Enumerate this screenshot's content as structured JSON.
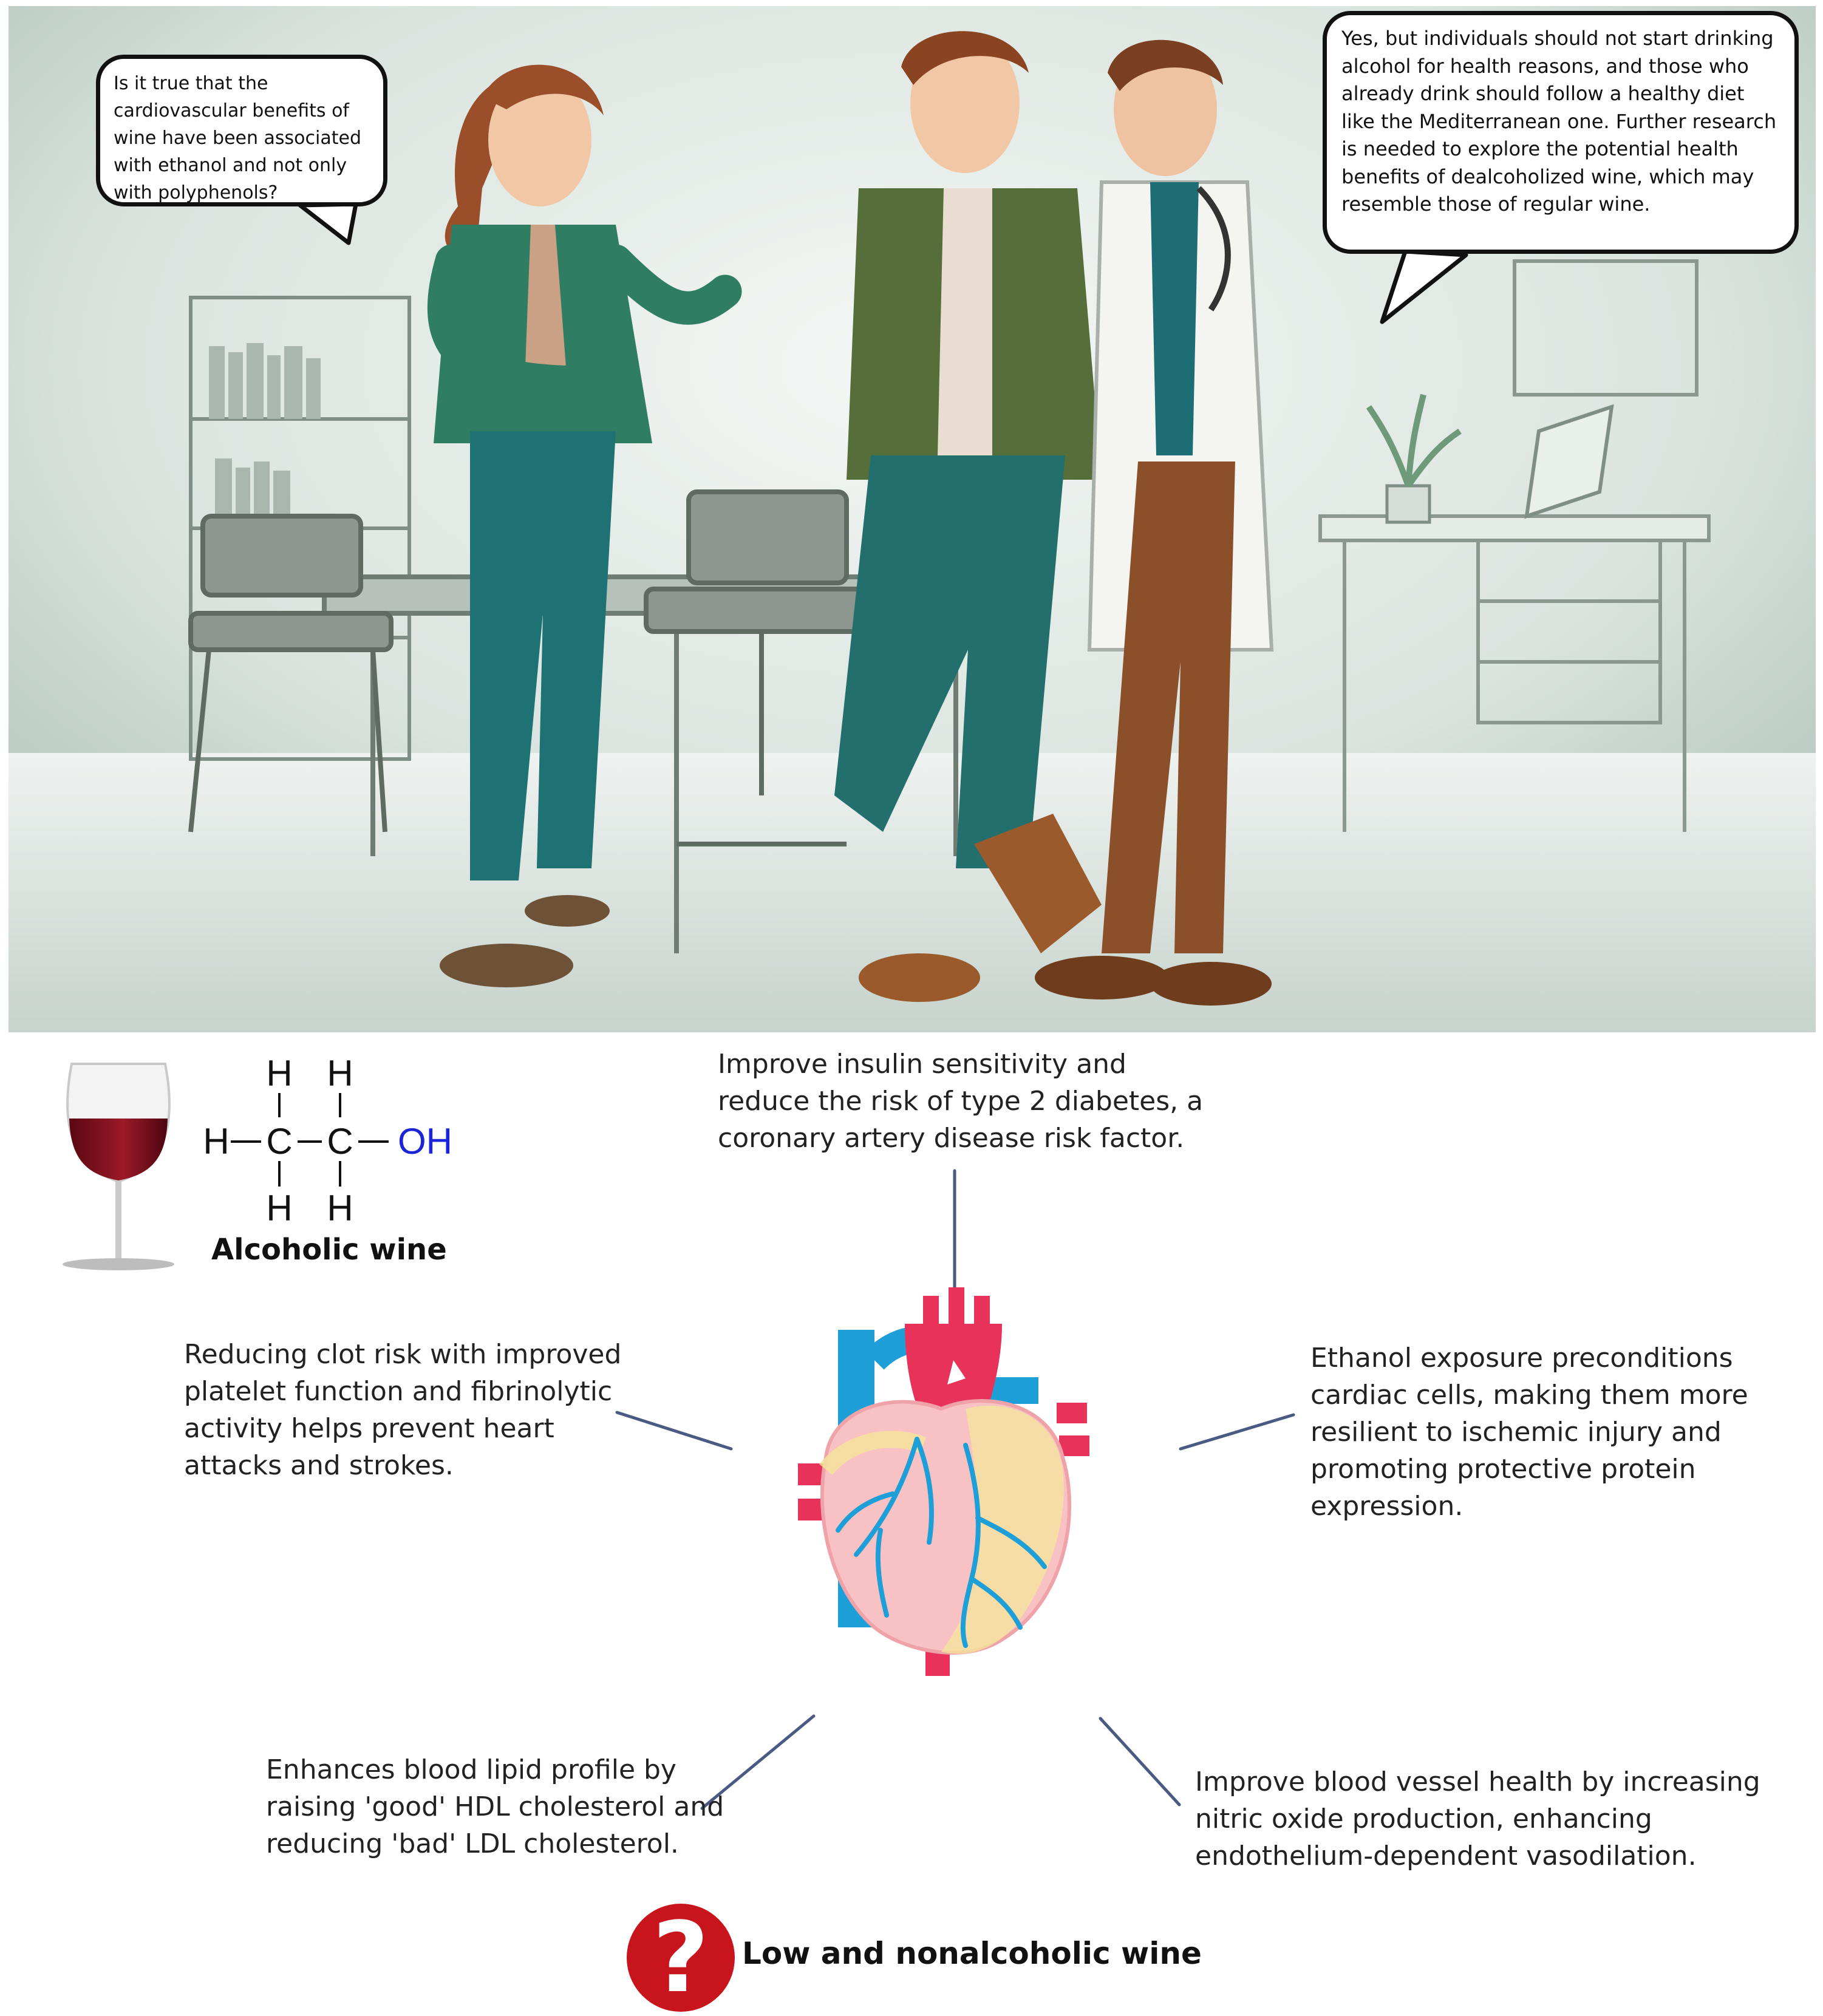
{
  "scene": {
    "speech_left": "Is it true that the cardiovascular benefits of wine have been associated with ethanol and not only with polyphenols?",
    "speech_right": "Yes, but individuals should not start drinking alcohol for health reasons, and those who already drink should follow a healthy diet like the Mediterranean one. Further research is needed to explore the potential health benefits of dealcoholized wine, which may resemble those of regular wine."
  },
  "ethanol": {
    "atoms": {
      "h": "H",
      "c": "C",
      "oh": "OH"
    },
    "label": "Alcoholic wine"
  },
  "benefits": {
    "top": "Improve insulin sensitivity and reduce the risk of type 2 diabetes, a coronary artery disease risk factor.",
    "left": "Reducing clot risk with improved platelet function and fibrinolytic activity helps prevent heart attacks and strokes.",
    "right": "Ethanol exposure preconditions cardiac cells, making them more resilient to ischemic injury and promoting protective protein expression.",
    "bottom_left": "Enhances blood lipid profile by raising 'good' HDL cholesterol and reducing 'bad' LDL cholesterol.",
    "bottom_right": "Improve blood vessel health by increasing nitric oxide production, enhancing endothelium-dependent vasodilation."
  },
  "footer": {
    "icon_glyph": "?",
    "label": "Low and nonalcoholic wine"
  },
  "colors": {
    "connector": "#4a5a82",
    "hydroxyl": "#1b24d6",
    "question_circle": "#c8141c",
    "scene_bg": "#cdd9d3"
  },
  "icons": [
    "wine-glass-icon",
    "heart-icon",
    "question-mark-icon",
    "speech-bubble-icon"
  ]
}
